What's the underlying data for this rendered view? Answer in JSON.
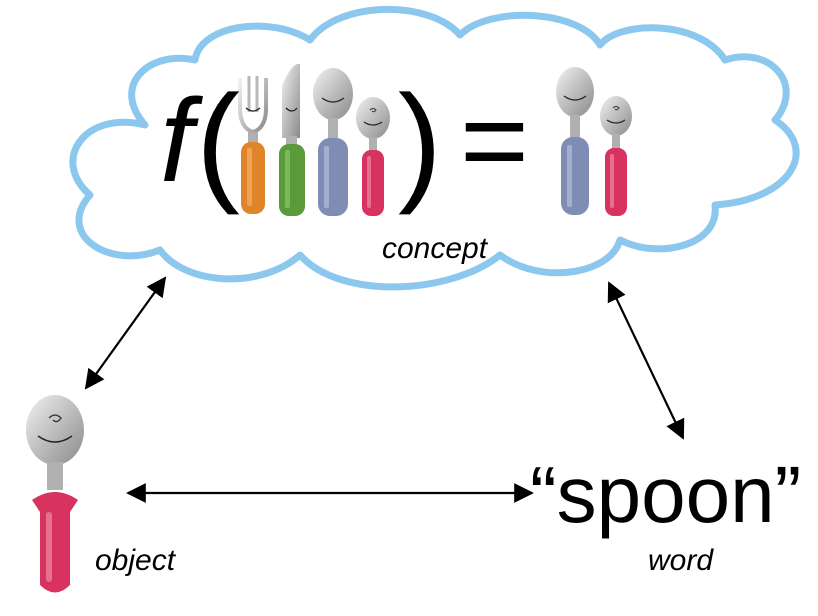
{
  "diagram": {
    "function_symbol": "f",
    "open_paren": "(",
    "close_paren": ")",
    "equals": "=",
    "concept_label": "concept",
    "object_label": "object",
    "word_text": "“spoon”",
    "word_label": "word",
    "input_utensils": [
      "fork",
      "knife",
      "spoon",
      "small-spoon"
    ],
    "output_utensils": [
      "spoon",
      "small-spoon"
    ]
  },
  "colors": {
    "cloud_outline": "#8cc8ee",
    "handle_orange": "#e0842a",
    "handle_green": "#5a9a3a",
    "handle_blue": "#7f8db4",
    "handle_pink": "#d8335f",
    "metal": "#c8c8c8",
    "arrow": "#000000"
  }
}
